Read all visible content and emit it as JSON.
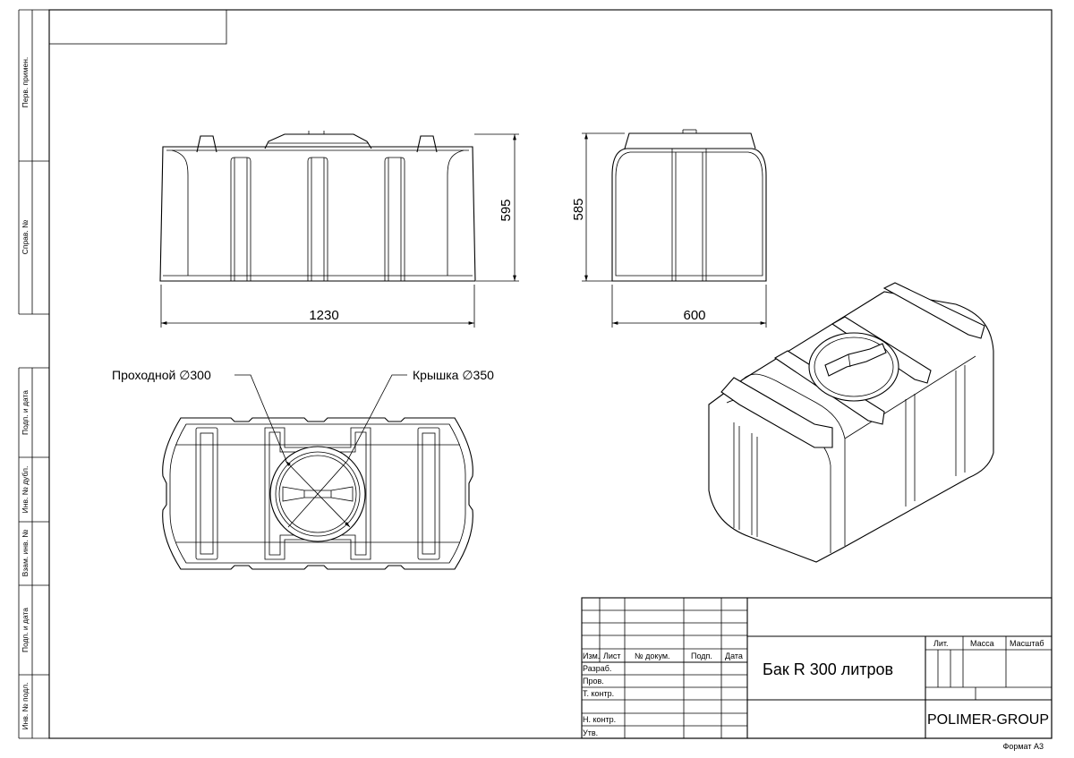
{
  "side_labels": [
    "Перв. примен.",
    "Справ. №",
    "Подп. и дата",
    "Инв. № дубл.",
    "Взам. инв. №",
    "Подп. и дата",
    "Инв. № подл."
  ],
  "dimensions": {
    "front_height": "595",
    "front_length": "1230",
    "side_height": "585",
    "side_width": "600"
  },
  "callouts": {
    "manhole": "Проходной ∅300",
    "lid": "Крышка ∅350"
  },
  "title_block": {
    "col_headers": [
      "Изм.",
      "Лист",
      "№ докум.",
      "Подп.",
      "Дата"
    ],
    "row_labels": [
      "Разраб.",
      "Пров.",
      "Т. контр.",
      "",
      "Н. контр.",
      "Утв."
    ],
    "title": "Бак R 300 литров",
    "lit": "Лит.",
    "massa": "Масса",
    "masshtab": "Масштаб",
    "company": "POLIMER-GROUP"
  },
  "format": "Формат А3"
}
